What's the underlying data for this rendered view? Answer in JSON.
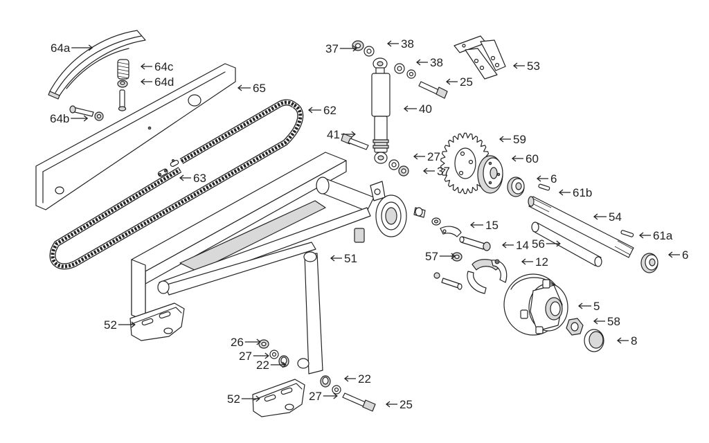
{
  "diagram": {
    "type": "exploded-parts-diagram",
    "callouts": [
      {
        "id": "c64a",
        "label": "64a"
      },
      {
        "id": "c64c",
        "label": "64c"
      },
      {
        "id": "c64d",
        "label": "64d"
      },
      {
        "id": "c64b",
        "label": "64b"
      },
      {
        "id": "c65",
        "label": "65"
      },
      {
        "id": "c62",
        "label": "62"
      },
      {
        "id": "c63",
        "label": "63"
      },
      {
        "id": "c37a",
        "label": "37"
      },
      {
        "id": "c38a",
        "label": "38"
      },
      {
        "id": "c38b",
        "label": "38"
      },
      {
        "id": "c25a",
        "label": "25"
      },
      {
        "id": "c40",
        "label": "40"
      },
      {
        "id": "c41",
        "label": "41"
      },
      {
        "id": "c27a",
        "label": "27"
      },
      {
        "id": "c37b",
        "label": "37"
      },
      {
        "id": "c53",
        "label": "53"
      },
      {
        "id": "c59",
        "label": "59"
      },
      {
        "id": "c60",
        "label": "60"
      },
      {
        "id": "c6a",
        "label": "6"
      },
      {
        "id": "c61b",
        "label": "61b"
      },
      {
        "id": "c54",
        "label": "54"
      },
      {
        "id": "c61a",
        "label": "61a"
      },
      {
        "id": "c56",
        "label": "56"
      },
      {
        "id": "c6b",
        "label": "6"
      },
      {
        "id": "c15",
        "label": "15"
      },
      {
        "id": "c14",
        "label": "14"
      },
      {
        "id": "c57",
        "label": "57"
      },
      {
        "id": "c12",
        "label": "12"
      },
      {
        "id": "c51",
        "label": "51"
      },
      {
        "id": "c5",
        "label": "5"
      },
      {
        "id": "c58",
        "label": "58"
      },
      {
        "id": "c8",
        "label": "8"
      },
      {
        "id": "c52a",
        "label": "52"
      },
      {
        "id": "c26",
        "label": "26"
      },
      {
        "id": "c27b",
        "label": "27"
      },
      {
        "id": "c22a",
        "label": "22"
      },
      {
        "id": "c22b",
        "label": "22"
      },
      {
        "id": "c27c",
        "label": "27"
      },
      {
        "id": "c25b",
        "label": "25"
      },
      {
        "id": "c52b",
        "label": "52"
      }
    ]
  }
}
